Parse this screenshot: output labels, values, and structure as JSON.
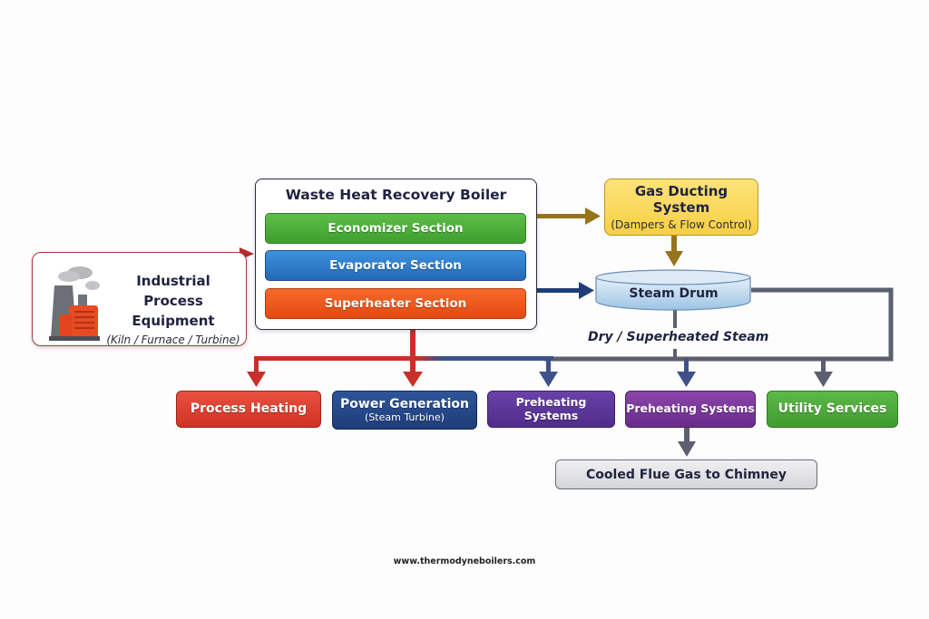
{
  "diagram": {
    "source": {
      "title_line1": "Industrial Process",
      "title_line2": "Equipment",
      "subtitle": "(Kiln / Furnace / Turbine)",
      "icon": "factory-icon"
    },
    "boiler": {
      "title": "Waste Heat Recovery Boiler",
      "sections": [
        {
          "label": "Economizer Section",
          "color": "#4caf3a"
        },
        {
          "label": "Evaporator Section",
          "color": "#2f7fcf"
        },
        {
          "label": "Superheater Section",
          "color": "#ef5a1e"
        }
      ]
    },
    "gas_ducting": {
      "title": "Gas Ducting System",
      "subtitle": "(Dampers & Flow Control)",
      "color": "#fbd54f"
    },
    "steam_drum": {
      "label": "Steam Drum",
      "color": "#bcd8ee"
    },
    "steam_label": "Dry / Superheated Steam",
    "outputs": [
      {
        "label": "Process Heating",
        "sub": "",
        "color": "#dc3b2a"
      },
      {
        "label": "Power Generation",
        "sub": "(Steam Turbine)",
        "color": "#24478a"
      },
      {
        "label": "Preheating Systems",
        "sub": "",
        "color": "#5a3596"
      },
      {
        "label": "Preheating Systems",
        "sub": "",
        "color": "#7a3596"
      },
      {
        "label": "Utility Services",
        "sub": "",
        "color": "#4fa83a"
      }
    ],
    "chimney": {
      "label": "Cooled Flue Gas to Chimney",
      "color": "#dcdde0"
    },
    "colors": {
      "hot_flow": "#c8302a",
      "gas_flow": "#97731c",
      "steam_flow": "#1f3e78",
      "return_flow": "#5b5f6e"
    }
  },
  "footer": {
    "website": "www.thermodyneboilers.com"
  }
}
